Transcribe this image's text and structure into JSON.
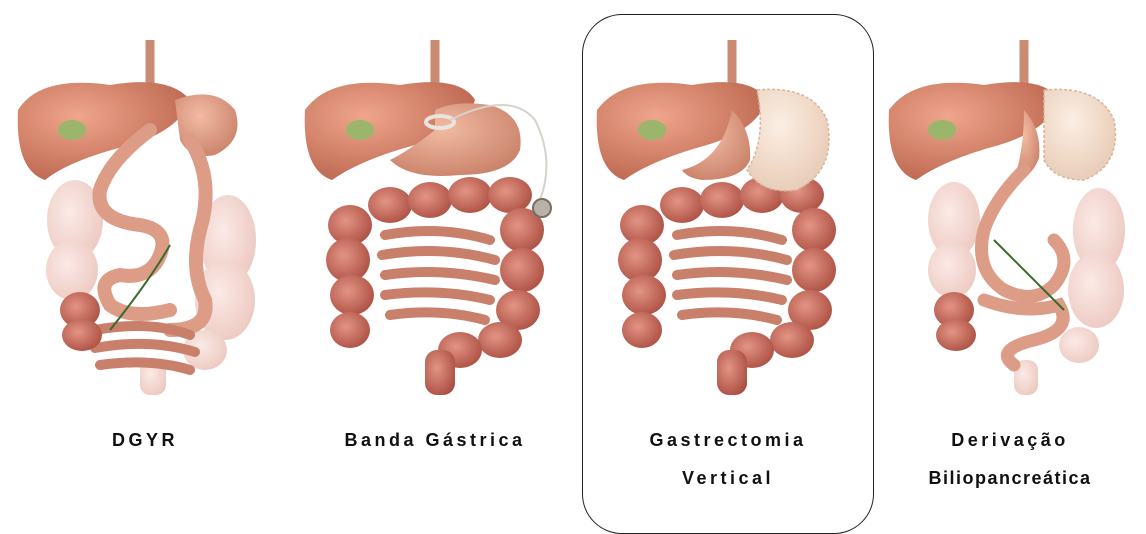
{
  "procedures": [
    {
      "caption": "DGYR"
    },
    {
      "caption": "Banda Gástrica"
    },
    {
      "caption_line1": "Gastrectomia",
      "caption_line2": "Vertical",
      "highlighted": true
    },
    {
      "caption_line1": "Derivação",
      "caption_line2": "Biliopancreática"
    }
  ],
  "colors": {
    "organ": "#d9876e",
    "organ_dark": "#b15e4a",
    "colon": "#c96d5f",
    "colon_faded": "#f3d9d3",
    "gallbladder": "#9bb56b",
    "removed_stomach": "#f2dcc8",
    "frame": "#222222"
  }
}
